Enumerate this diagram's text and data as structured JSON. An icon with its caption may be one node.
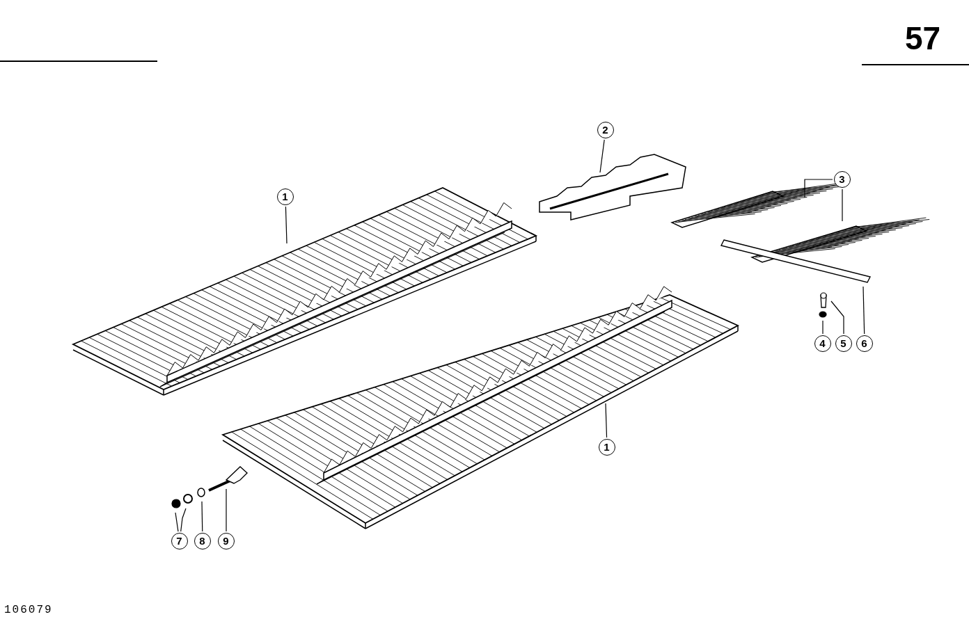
{
  "diagram": {
    "nodes": [
      {
        "text": [
          "2"
        ]
      },
      {
        "text": [
          "3"
        ]
      },
      {
        "text": [
          "1"
        ]
      },
      {
        "text": [
          "4"
        ]
      },
      {
        "text": [
          "5"
        ]
      },
      {
        "text": [
          "6"
        ]
      },
      {
        "text": [
          "1"
        ]
      },
      {
        "text": [
          "7"
        ]
      },
      {
        "text": [
          "8"
        ]
      },
      {
        "text": [
          "9"
        ]
      }
    ],
    "edges": [
      {
        "from": 0,
        "to": null,
        "arrow": "none"
      },
      {
        "from": 1,
        "to": null,
        "arrow": "none"
      },
      {
        "from": 1,
        "to": null,
        "arrow": "none"
      },
      {
        "from": 2,
        "to": null,
        "arrow": "none"
      },
      {
        "from": 3,
        "to": null,
        "arrow": "none"
      },
      {
        "from": 4,
        "to": null,
        "arrow": "none"
      },
      {
        "from": 5,
        "to": null,
        "arrow": "none"
      },
      {
        "from": 6,
        "to": null,
        "arrow": "none"
      },
      {
        "from": 7,
        "to": null,
        "arrow": "none"
      },
      {
        "from": 7,
        "to": null,
        "arrow": "none"
      },
      {
        "from": 8,
        "to": null,
        "arrow": "none"
      },
      {
        "from": 9,
        "to": null,
        "arrow": "none"
      }
    ],
    "labels": [
      "57",
      "106079"
    ]
  }
}
